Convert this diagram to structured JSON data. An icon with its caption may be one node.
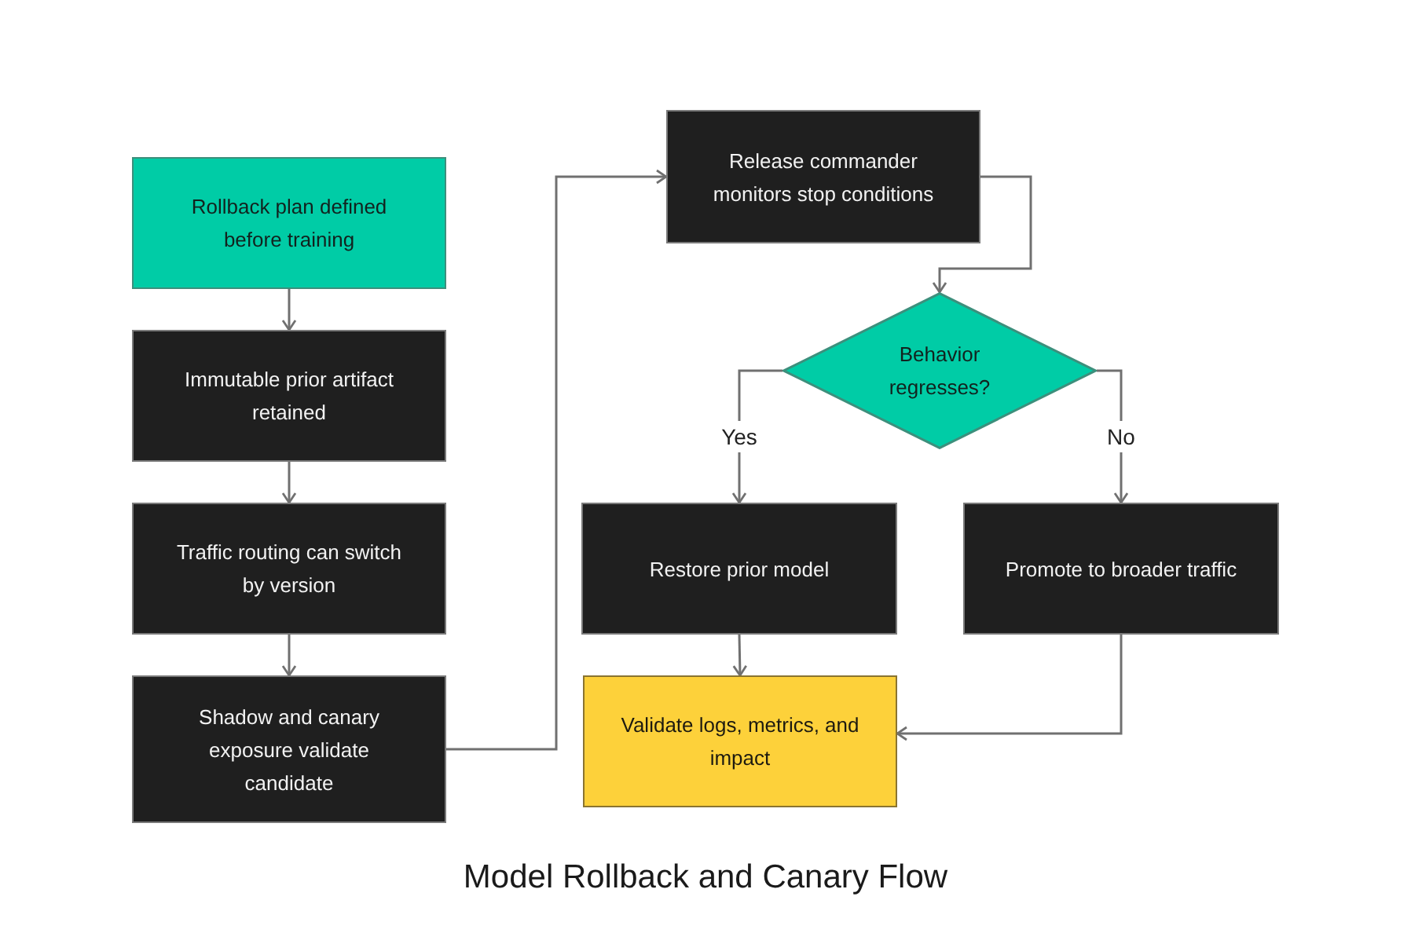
{
  "diagram": {
    "title": "Model Rollback and Canary Flow",
    "nodes": [
      {
        "text": [
          "Rollback plan defined before training"
        ]
      },
      {
        "text": [
          "Immutable prior artifact retained"
        ]
      },
      {
        "text": [
          "Traffic routing can switch by version"
        ]
      },
      {
        "text": [
          "Shadow and canary exposure validate candidate"
        ]
      },
      {
        "text": [
          "Release commander monitors stop conditions"
        ]
      },
      {
        "text": [
          "Behavior regresses?"
        ]
      },
      {
        "text": [
          "Restore prior model"
        ]
      },
      {
        "text": [
          "Promote to broader traffic"
        ]
      },
      {
        "text": [
          "Validate logs, metrics, and impact"
        ]
      }
    ],
    "edges": [
      {
        "from": 0,
        "to": 1,
        "arrow": "to"
      },
      {
        "from": 1,
        "to": 2,
        "arrow": "to"
      },
      {
        "from": 2,
        "to": 3,
        "arrow": "to"
      },
      {
        "from": 3,
        "to": 4,
        "arrow": "to"
      },
      {
        "from": 4,
        "to": 5,
        "arrow": "to"
      },
      {
        "from": 5,
        "to": 6,
        "arrow": "to",
        "label": "Yes"
      },
      {
        "from": 5,
        "to": 7,
        "arrow": "to",
        "label": "No"
      },
      {
        "from": 6,
        "to": 8,
        "arrow": "to"
      },
      {
        "from": 7,
        "to": 8,
        "arrow": "to"
      }
    ]
  }
}
